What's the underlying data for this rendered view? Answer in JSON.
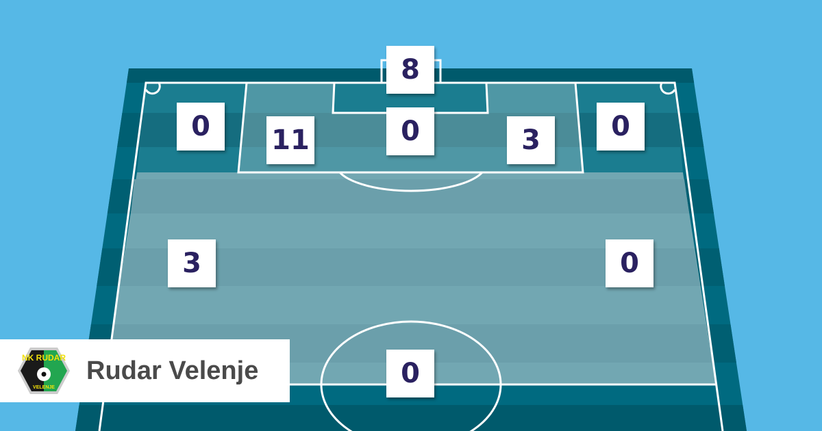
{
  "team": {
    "name": "Rudar Velenje",
    "logo_text_top": "NK RUDAR",
    "logo_text_bottom": "VELENJE"
  },
  "zones": [
    {
      "id": "goal",
      "value": "8"
    },
    {
      "id": "left-wide-box",
      "value": "0"
    },
    {
      "id": "left-box",
      "value": "11"
    },
    {
      "id": "six-yard",
      "value": "0"
    },
    {
      "id": "right-box",
      "value": "3"
    },
    {
      "id": "right-wide-box",
      "value": "0"
    },
    {
      "id": "left-midfield",
      "value": "3"
    },
    {
      "id": "right-midfield",
      "value": "0"
    },
    {
      "id": "own-half",
      "value": "0"
    }
  ],
  "colors": {
    "sky": "#56b8e6",
    "number": "#2a2160",
    "outer": "#006a80",
    "text": "#4a4a4a"
  }
}
